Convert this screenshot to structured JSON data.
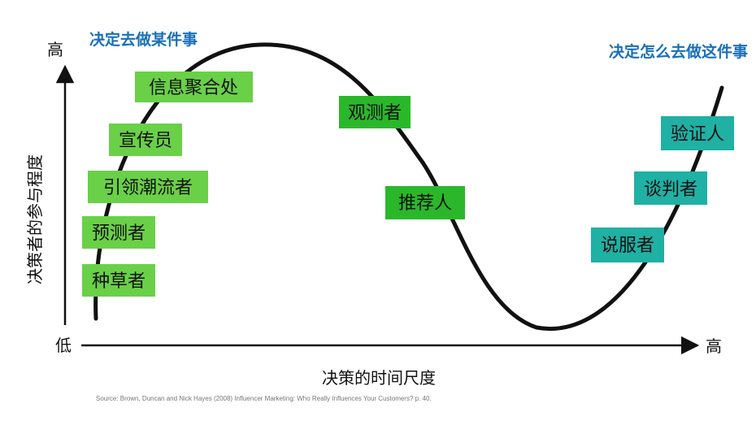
{
  "colors": {
    "heading": "#1a6fb8",
    "green_light": "#6ad048",
    "green_mid": "#2ab82a",
    "teal": "#20b0a4",
    "curve": "#111111",
    "axis": "#111111"
  },
  "y_axis": {
    "label": "决策者的参与程度",
    "high_label": "高",
    "low_label": "低"
  },
  "x_axis": {
    "label": "决策的时间尺度",
    "high_label": "高"
  },
  "headings": {
    "left": "决定去做某件事",
    "right": "决定怎么去做这件事"
  },
  "roles": [
    {
      "label": "信息聚合处",
      "color": "green_light"
    },
    {
      "label": "宣传员",
      "color": "green_light"
    },
    {
      "label": "引领潮流者",
      "color": "green_light"
    },
    {
      "label": "预测者",
      "color": "green_light"
    },
    {
      "label": "种草者",
      "color": "green_light"
    },
    {
      "label": "观测者",
      "color": "green_mid"
    },
    {
      "label": "推荐人",
      "color": "green_mid"
    },
    {
      "label": "验证人",
      "color": "teal"
    },
    {
      "label": "谈判者",
      "color": "teal"
    },
    {
      "label": "说服者",
      "color": "teal"
    }
  ],
  "source": "Source: Brown, Duncan and Nick Hayes (2008) Influencer Marketing: Who Really Influences Your Customers? p. 40."
}
